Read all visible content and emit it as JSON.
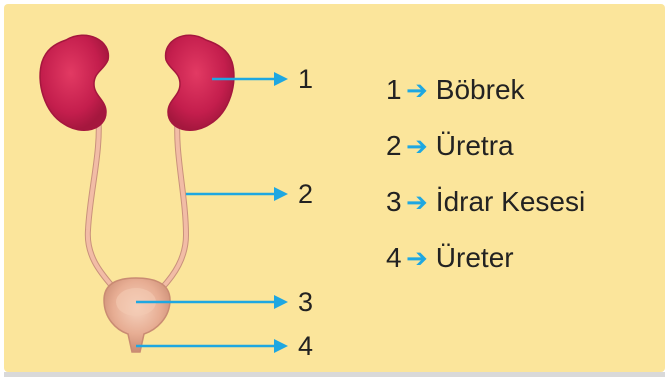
{
  "callouts": [
    "1",
    "2",
    "3",
    "4"
  ],
  "legend": [
    {
      "number": "1",
      "arrow": "➔",
      "label": "Böbrek"
    },
    {
      "number": "2",
      "arrow": "➔",
      "label": "Üretra"
    },
    {
      "number": "3",
      "arrow": "➔",
      "label": "İdrar Kesesi"
    },
    {
      "number": "4",
      "arrow": "➔",
      "label": "Üreter"
    }
  ],
  "colors": {
    "background": "#fbe59b",
    "kidney": "#c41e4d",
    "tube": "#f2bca6",
    "bladder": "#e4a88e",
    "arrow": "#1ea7e1"
  }
}
